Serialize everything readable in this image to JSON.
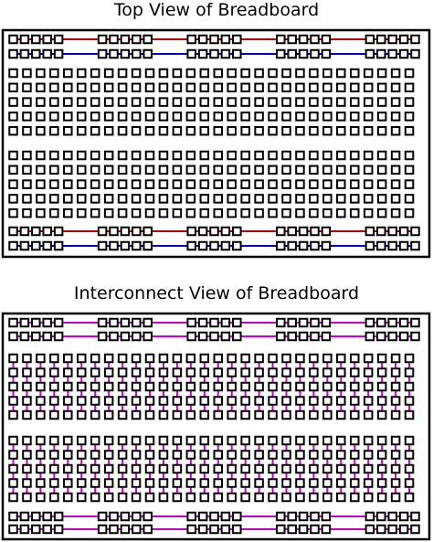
{
  "top_view": {
    "title": "Top View of Breadboard",
    "rail_colors": [
      "#c00000",
      "#0000cc",
      "#c00000",
      "#0000cc"
    ]
  },
  "interconnect_view": {
    "title": "Interconnect View of Breadboard",
    "connection_color": "#cc00cc"
  },
  "board": {
    "columns": 30,
    "terminal_rows_per_block": 5,
    "rail_groups": 5,
    "holes_per_rail_group": 5,
    "outline_color": "#000000"
  }
}
